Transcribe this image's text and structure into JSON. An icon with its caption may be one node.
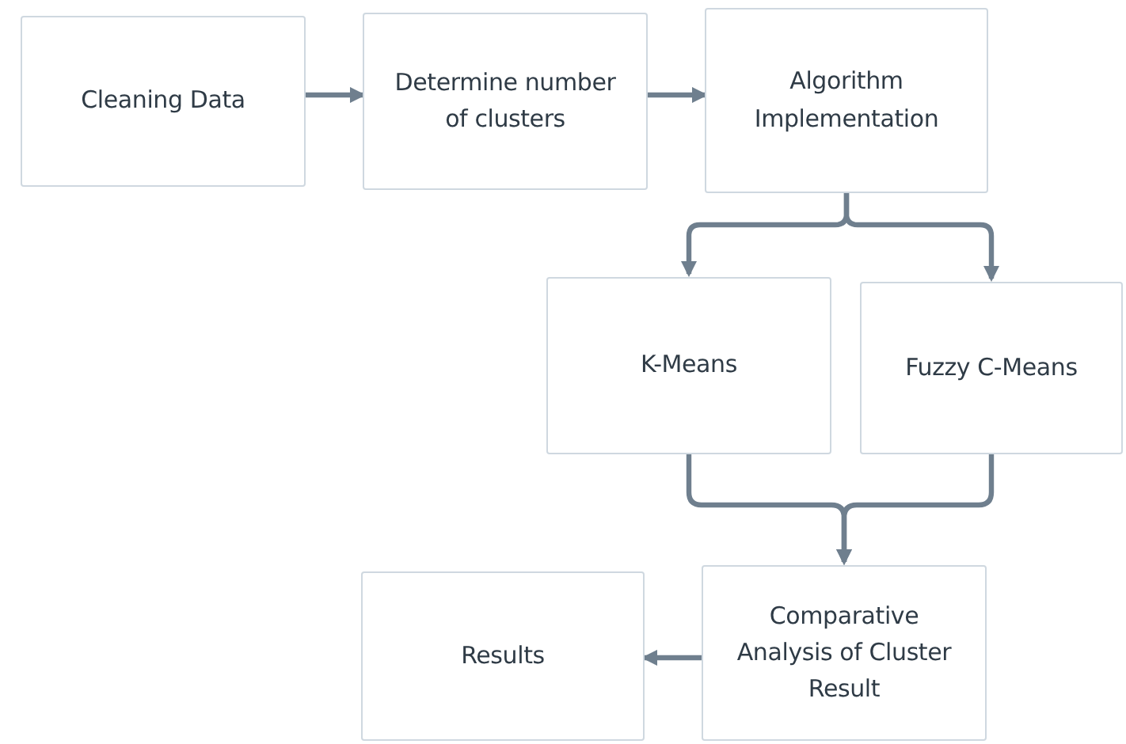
{
  "diagram": {
    "nodes": [
      {
        "text": [
          "Cleaning Data"
        ]
      },
      {
        "text": [
          "Determine number of clusters"
        ]
      },
      {
        "text": [
          "Algorithm Implementation"
        ]
      },
      {
        "text": [
          "K-Means"
        ]
      },
      {
        "text": [
          "Fuzzy C-Means"
        ]
      },
      {
        "text": [
          "Comparative Analysis of Cluster Result"
        ]
      },
      {
        "text": [
          "Results"
        ]
      }
    ],
    "edges": [
      {
        "from": 0,
        "to": 1,
        "arrow": "to"
      },
      {
        "from": 1,
        "to": 2,
        "arrow": "to"
      },
      {
        "from": 2,
        "to": 3,
        "arrow": "to"
      },
      {
        "from": 2,
        "to": 4,
        "arrow": "to"
      },
      {
        "from": 3,
        "to": 5,
        "arrow": "to"
      },
      {
        "from": 4,
        "to": 5,
        "arrow": "to"
      },
      {
        "from": 5,
        "to": 6,
        "arrow": "to"
      }
    ]
  }
}
